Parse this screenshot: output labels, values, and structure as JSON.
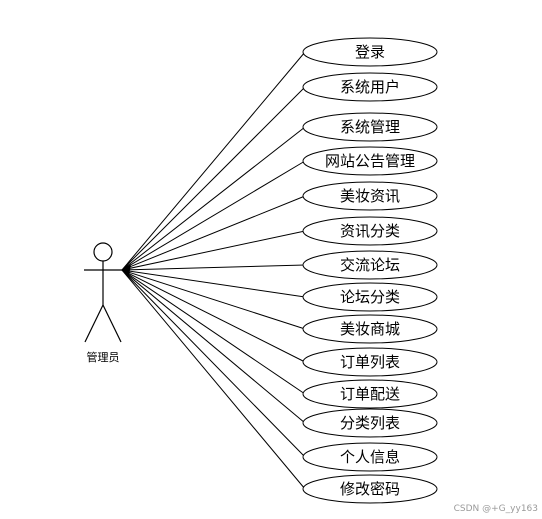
{
  "actor": {
    "label": "管理员"
  },
  "use_cases": [
    {
      "label": "登录"
    },
    {
      "label": "系统用户"
    },
    {
      "label": "系统管理"
    },
    {
      "label": "网站公告管理"
    },
    {
      "label": "美妆资讯"
    },
    {
      "label": "资讯分类"
    },
    {
      "label": "交流论坛"
    },
    {
      "label": "论坛分类"
    },
    {
      "label": "美妆商城"
    },
    {
      "label": "订单列表"
    },
    {
      "label": "订单配送"
    },
    {
      "label": "分类列表"
    },
    {
      "label": "个人信息"
    },
    {
      "label": "修改密码"
    }
  ],
  "watermark": "CSDN @+G_yy163"
}
